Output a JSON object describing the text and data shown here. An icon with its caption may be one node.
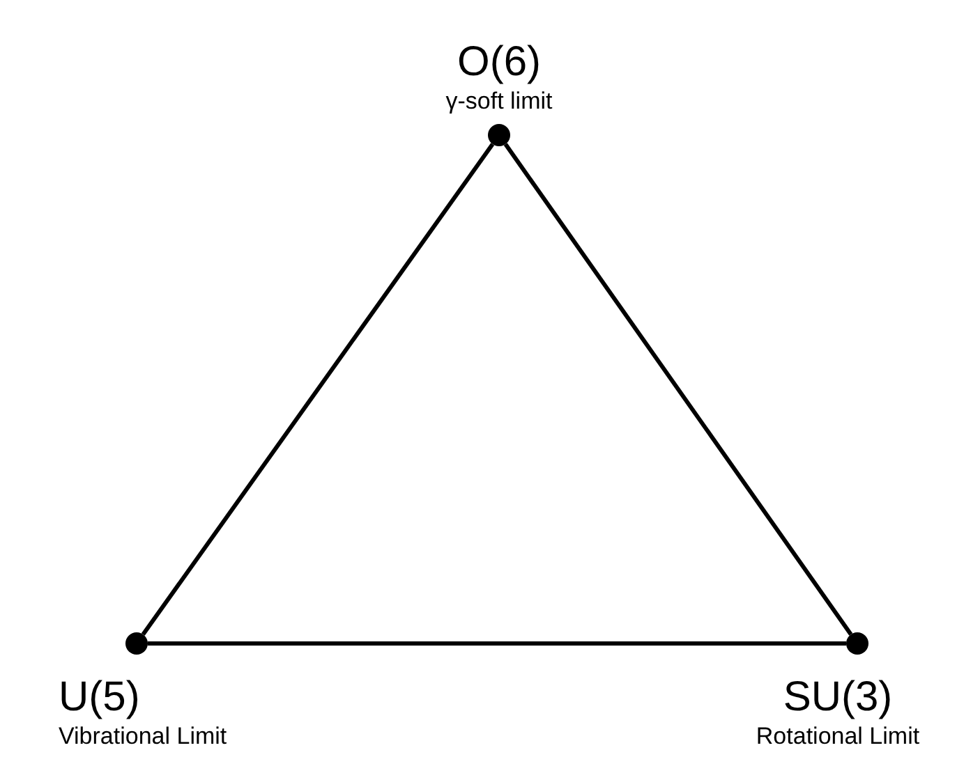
{
  "diagram": {
    "nodes": [
      {
        "text": [],
        "shape": "circle",
        "beside": [
          "O(6)",
          "γ-soft limit"
        ]
      },
      {
        "text": [],
        "shape": "circle",
        "beside": [
          "U(5)",
          "Vibrational Limit"
        ]
      },
      {
        "text": [],
        "shape": "circle",
        "beside": [
          "SU(3)",
          "Rotational Limit"
        ]
      }
    ],
    "edges": [
      {
        "from": 0,
        "to": 1,
        "arrow": "none"
      },
      {
        "from": 1,
        "to": 2,
        "arrow": "none"
      },
      {
        "from": 0,
        "to": 2,
        "arrow": "none"
      }
    ]
  }
}
